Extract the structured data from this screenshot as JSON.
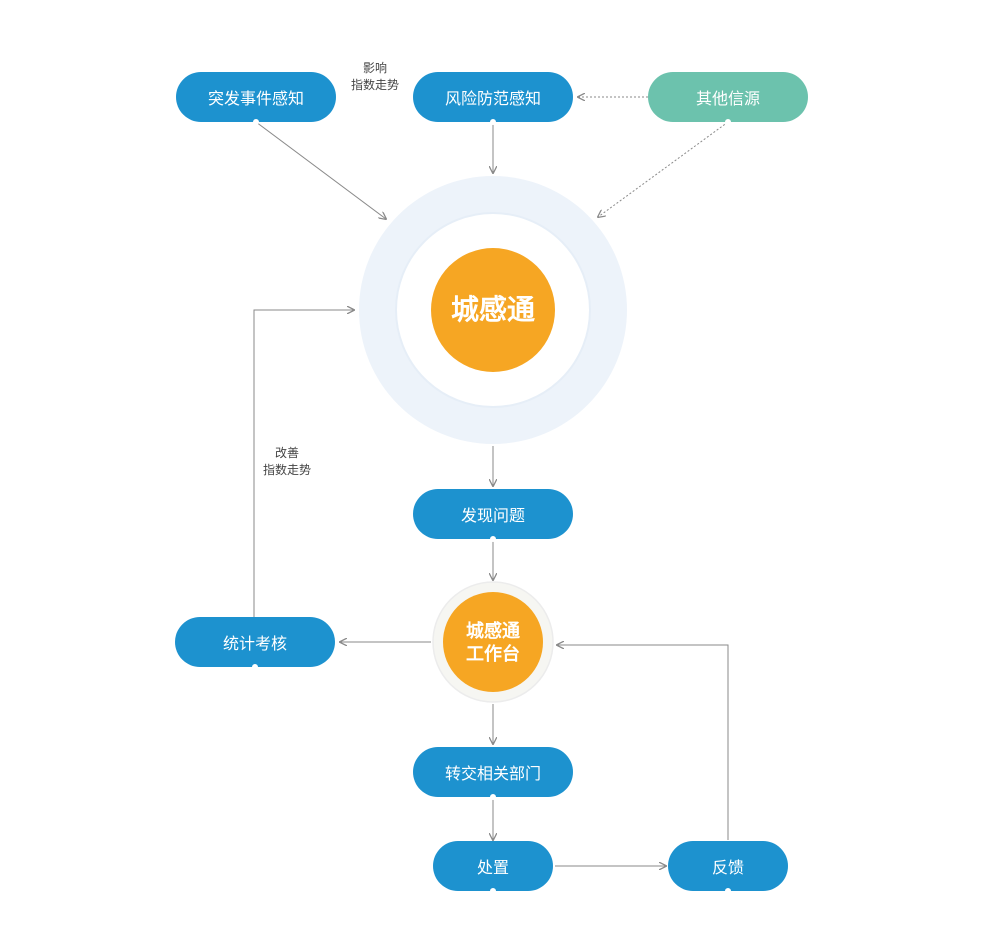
{
  "colors": {
    "accent_blue": "#1d92cf",
    "accent_green": "#6cc2ad",
    "hub_orange": "#f6a623",
    "arrow_gray": "#8a8a8a",
    "halo": "#edf3fa"
  },
  "nodes": {
    "sudden": "突发事件感知",
    "risk": "风险防范感知",
    "other": "其他信源",
    "discover": "发现问题",
    "stats": "统计考核",
    "transfer": "转交相关部门",
    "handle": "处置",
    "feedback": "反馈"
  },
  "hub": {
    "main": "城感通",
    "work_line1": "城感通",
    "work_line2": "工作台"
  },
  "notes": {
    "influence_line1": "影响",
    "influence_line2": "指数走势",
    "improve_line1": "改善",
    "improve_line2": "指数走势"
  }
}
